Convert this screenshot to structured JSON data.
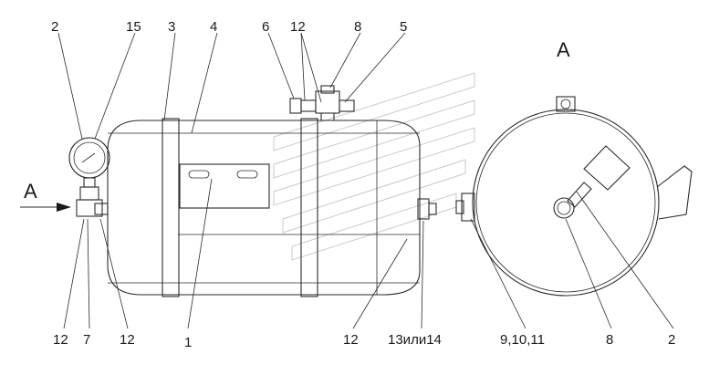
{
  "view_label_left": "A",
  "view_label_right": "A",
  "callouts": {
    "c2_top": "2",
    "c15": "15",
    "c3": "3",
    "c4": "4",
    "c6": "6",
    "c12_top": "12",
    "c8_top": "8",
    "c5": "5",
    "c12_bl": "12",
    "c7": "7",
    "c12_bm": "12",
    "c1": "1",
    "c12_br": "12",
    "c13_14": "13или14",
    "c9_10_11": "9,10,11",
    "c8_bottom": "8",
    "c2_bottom": "2"
  }
}
